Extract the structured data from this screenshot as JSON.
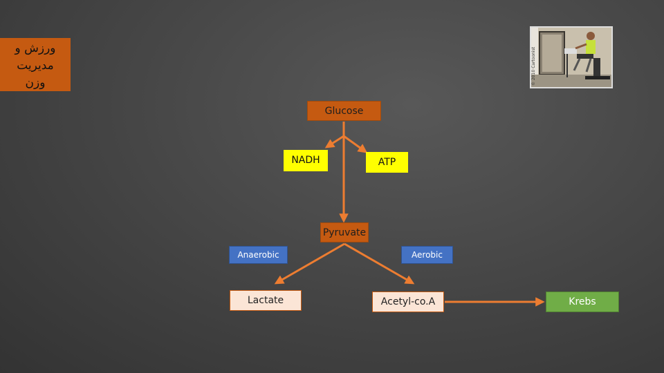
{
  "title": {
    "line1": "ورزش و",
    "line2": "مدیریت",
    "line3": "وزن"
  },
  "nodes": {
    "glucose": "Glucose",
    "nadh": "NADH",
    "atp": "ATP",
    "pyruvate": "Pyruvate",
    "anaerobic": "Anaerobic",
    "aerobic": "Aerobic",
    "lactate": "Lactate",
    "acetyl": "Acetyl-co.A",
    "krebs": "Krebs"
  },
  "photo": {
    "watermark": "© 2010 Cartoonist"
  },
  "colors": {
    "arrow": "#ed7d31",
    "orange_box": "#c55a11",
    "yellow_box": "#ffff00",
    "blue_box": "#4472c4",
    "green_box": "#70ad47",
    "light_box": "#fbe5d6"
  }
}
